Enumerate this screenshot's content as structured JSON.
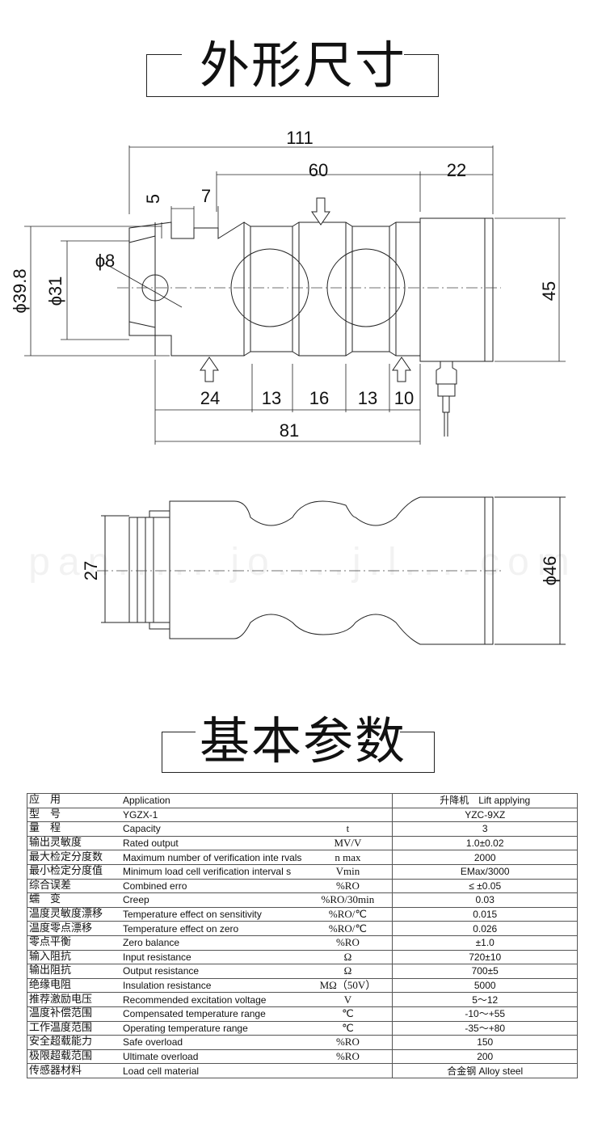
{
  "section1": {
    "title": "外形尺寸"
  },
  "section2": {
    "title": "基本参数"
  },
  "watermark": "pan......jo....j.l....com",
  "dims": {
    "d111": "111",
    "d60": "60",
    "d22": "22",
    "d5": "5",
    "d7": "7",
    "d8": "ϕ8",
    "d398": "ϕ39.8",
    "d31": "ϕ31",
    "d45": "45",
    "d24": "24",
    "d13a": "13",
    "d16": "16",
    "d13b": "13",
    "d10": "10",
    "d81": "81",
    "d27": "27",
    "d46": "ϕ46"
  },
  "table": {
    "header": {
      "cn": "应　用",
      "en": "Application",
      "val": "升降机　Lift applying"
    },
    "rows": [
      {
        "cn": "型　号",
        "en": "YGZX-1",
        "unit": "",
        "val": "YZC-9XZ"
      },
      {
        "cn": "量　程",
        "en": "Capacity",
        "unit": "t",
        "val": "3"
      },
      {
        "cn": "输出灵敏度",
        "en": "Rated output",
        "unit": "MV/V",
        "val": "1.0±0.02"
      },
      {
        "cn": "最大检定分度数",
        "en": "Maximum number of verification inte rvals",
        "unit": "n max",
        "val": "2000"
      },
      {
        "cn": "最小检定分度值",
        "en": "Minimum load cell verification interval s",
        "unit": "Vmin",
        "val": "EMax/3000"
      },
      {
        "cn": "综合误差",
        "en": "Combined erro",
        "unit": "%RO",
        "val": "≤ ±0.05"
      },
      {
        "cn": "蠕　变",
        "en": "Creep",
        "unit": "%RO/30min",
        "val": "0.03"
      },
      {
        "cn": "温度灵敏度漂移",
        "en": "Temperature effect on sensitivity",
        "unit": "%RO/℃",
        "val": "0.015"
      },
      {
        "cn": "温度零点漂移",
        "en": "Temperature effect on zero",
        "unit": "%RO/℃",
        "val": "0.026"
      },
      {
        "cn": "零点平衡",
        "en": "Zero balance",
        "unit": "%RO",
        "val": "±1.0"
      },
      {
        "cn": "输入阻抗",
        "en": "Input resistance",
        "unit": "Ω",
        "val": "720±10"
      },
      {
        "cn": "输出阻抗",
        "en": "Output resistance",
        "unit": "Ω",
        "val": "700±5"
      },
      {
        "cn": "绝缘电阻",
        "en": "Insulation resistance",
        "unit": "MΩ（50V）",
        "val": "5000"
      },
      {
        "cn": "推荐激励电压",
        "en": "Recommended excitation voltage",
        "unit": "V",
        "val": "5～12"
      },
      {
        "cn": "温度补偿范围",
        "en": "Compensated temperature range",
        "unit": "℃",
        "val": "-10～+55"
      },
      {
        "cn": "工作温度范围",
        "en": "Operating temperature range",
        "unit": "℃",
        "val": "-35～+80"
      },
      {
        "cn": "安全超载能力",
        "en": "Safe overload",
        "unit": "%RO",
        "val": "150"
      },
      {
        "cn": "极限超载范围",
        "en": "Ultimate overload",
        "unit": "%RO",
        "val": "200"
      },
      {
        "cn": "传感器材料",
        "en": "Load cell material",
        "unit": "",
        "val": "合金钢 Alloy steel"
      }
    ]
  }
}
